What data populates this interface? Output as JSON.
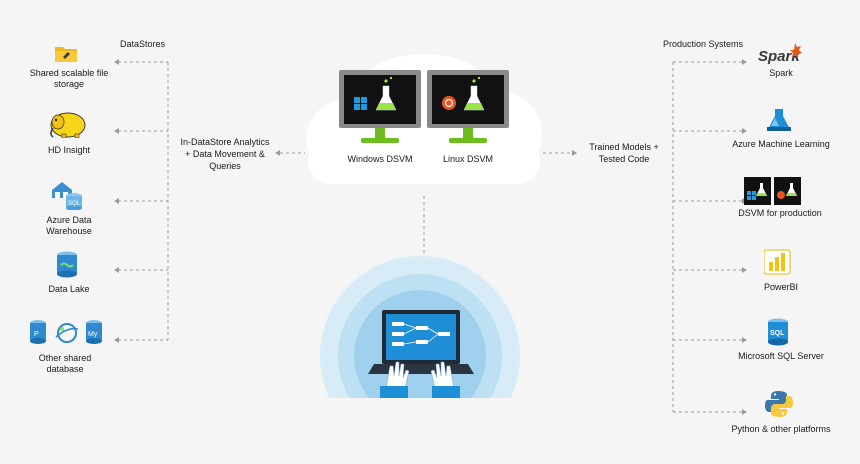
{
  "headers": {
    "left": "DataStores",
    "right": "Production Systems"
  },
  "left_items": [
    {
      "label": "Shared scalable file storage",
      "icon": "folder-icon"
    },
    {
      "label": "HD Insight",
      "icon": "hadoop-elephant-icon"
    },
    {
      "label": "Azure Data Warehouse",
      "icon": "data-warehouse-icon"
    },
    {
      "label": "Data Lake",
      "icon": "data-lake-icon"
    },
    {
      "label": "Other shared database",
      "icon": "database-icons"
    }
  ],
  "right_items": [
    {
      "label": "Spark",
      "icon": "spark-logo-icon"
    },
    {
      "label": "Azure Machine Learning",
      "icon": "azure-ml-icon"
    },
    {
      "label": "DSVM for production",
      "icon": "dsvm-icon"
    },
    {
      "label": "PowerBI",
      "icon": "powerbi-icon"
    },
    {
      "label": "Microsoft SQL Server",
      "icon": "sql-server-icon"
    },
    {
      "label": "Python & other platforms",
      "icon": "python-icon"
    }
  ],
  "center": {
    "left_caption": "In-DataStore Analytics + Data Movement & Queries",
    "right_caption": "Trained Models + Tested Code",
    "windows_label": "Windows DSVM",
    "linux_label": "Linux DSVM"
  },
  "colors": {
    "dash": "#9a9a9a",
    "cloud": "#ffffff",
    "circle_outer": "#d7ecf6",
    "circle_mid": "#bde0f2",
    "circle_inner": "#9fd1ee",
    "monitor": "#8a8a8a",
    "monitor_stand": "#6dbd1f",
    "accent_blue": "#1e8fd6",
    "gold": "#f2c40f"
  }
}
